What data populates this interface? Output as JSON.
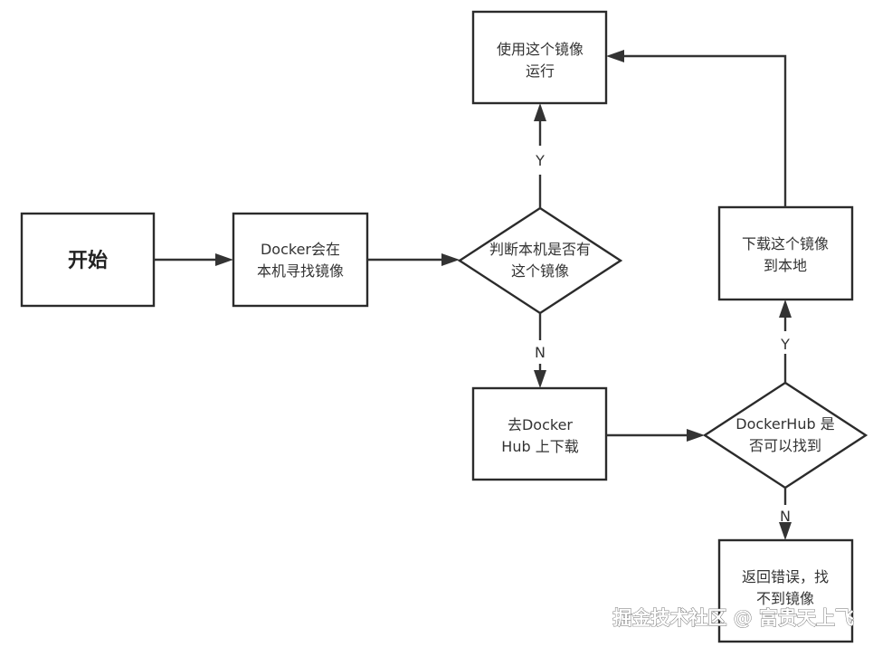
{
  "nodes": {
    "start": {
      "label": "开始"
    },
    "search_local": {
      "line1": "Docker会在",
      "line2": "本机寻找镜像"
    },
    "decision_local": {
      "line1": "判断本机是否有",
      "line2": "这个镜像"
    },
    "run_image": {
      "line1": "使用这个镜像",
      "line2": "运行"
    },
    "pull_hub": {
      "line1": "去Docker",
      "line2": "Hub 上下载"
    },
    "decision_hub": {
      "line1": "DockerHub 是",
      "line2": "否可以找到"
    },
    "download_local": {
      "line1": "下载这个镜像",
      "line2": "到本地"
    },
    "error": {
      "line1": "返回错误，找",
      "line2": "不到镜像"
    }
  },
  "edges": {
    "local_yes": "Y",
    "local_no": "N",
    "hub_yes": "Y",
    "hub_no": "N"
  },
  "watermark": "掘金技术社区 @ 富贵天上飞",
  "colors": {
    "stroke": "#2b2b2b",
    "background": "#ffffff"
  }
}
